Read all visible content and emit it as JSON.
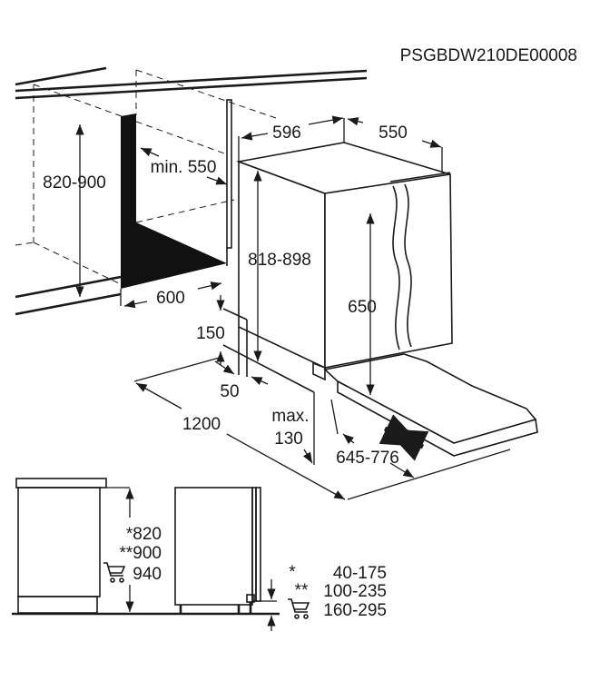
{
  "code": "PSGBDW210DE00008",
  "dimensions": {
    "niche_height": "820-900",
    "min_depth": "min. 550",
    "niche_width": "600",
    "appliance_width": "596",
    "appliance_depth": "550",
    "appliance_height": "818-898",
    "door_height": "650",
    "plinth_height": "150",
    "plinth_gap": "50",
    "door_swing": "1200",
    "max_label": "max.",
    "max_value": "130",
    "door_offset": "645-776"
  },
  "legend": {
    "h1": "*820",
    "h2": "**900",
    "h3": "940",
    "r1_mark": "*",
    "r1": "40-175",
    "r2_mark": "**",
    "r2": "100-235",
    "r3": "160-295",
    "cart_icon": "shopping-cart-icon"
  },
  "colors": {
    "line": "#1a1a1a",
    "fill": "#111111"
  }
}
